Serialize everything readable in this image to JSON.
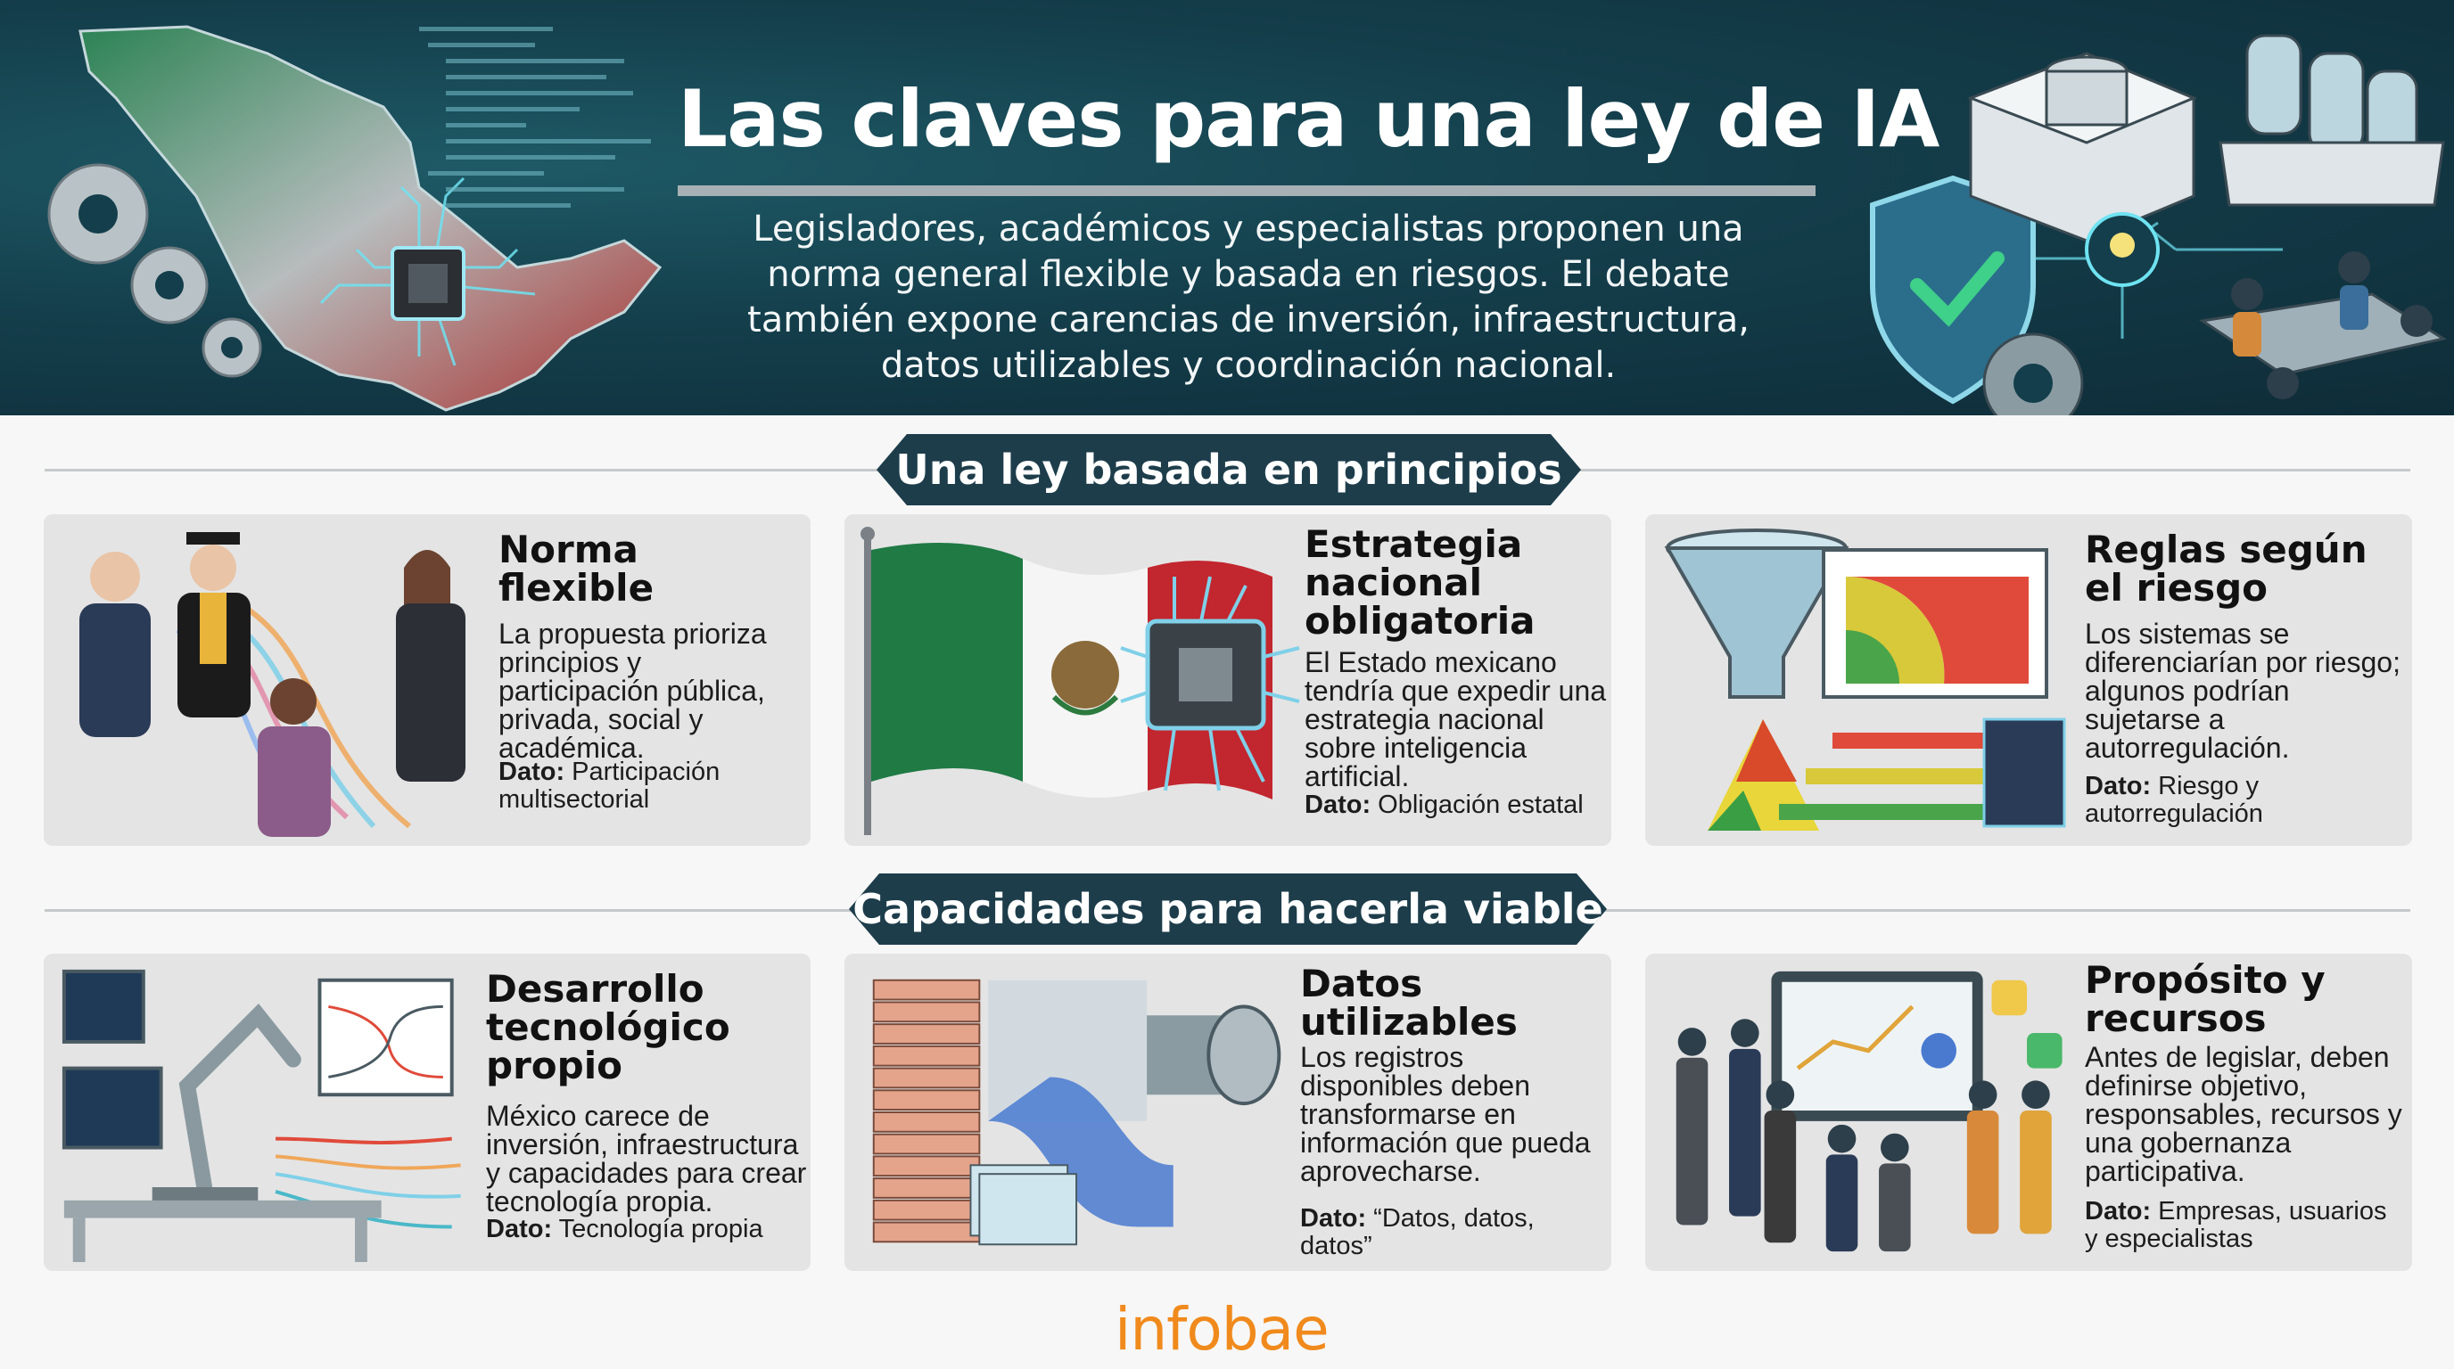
{
  "header": {
    "title": "Las claves para una ley de IA",
    "subtitle": "Legisladores, académicos y especialistas proponen una norma general flexible y basada en riesgos. El debate también expone carencias de inversión, infraestructura, datos utilizables y coordinación nacional."
  },
  "sections": [
    {
      "title": "Una ley basada en principios"
    },
    {
      "title": "Capacidades para hacerla viable"
    }
  ],
  "cards": [
    {
      "title": "Norma flexible",
      "body": "La propuesta prioriza principios y participación pública, privada, social y académica.",
      "data_label": "Dato:",
      "data_value": "Participación multisectorial"
    },
    {
      "title": "Estrategia nacional obligatoria",
      "body": "El Estado mexicano tendría que expedir una estrategia nacional sobre inteligencia artificial.",
      "data_label": "Dato:",
      "data_value": "Obligación estatal"
    },
    {
      "title": "Reglas según el riesgo",
      "body": "Los sistemas se diferenciarían por riesgo; algunos podrían sujetarse a autorregulación.",
      "data_label": "Dato:",
      "data_value": "Riesgo y autorregulación"
    },
    {
      "title": "Desarrollo tecnológico propio",
      "body": "México carece de inversión, infraestructura y capacidades para crear tecnología propia.",
      "data_label": "Dato:",
      "data_value": "Tecnología propia"
    },
    {
      "title": "Datos utilizables",
      "body": "Los registros disponibles deben transformarse en información que pueda aprovecharse.",
      "data_label": "Dato:",
      "data_value": "“Datos, datos, datos”"
    },
    {
      "title": "Propósito y recursos",
      "body": "Antes de legislar, deben definirse objetivo, responsables, recursos y una gobernanza participativa.",
      "data_label": "Dato:",
      "data_value": "Empresas, usuarios y especialistas"
    }
  ],
  "footer": {
    "logo": "infobae"
  },
  "illustrations": {
    "header_left": "mexico-map-circuit-illustration",
    "header_right": "ai-infrastructure-illustration",
    "card_icons": [
      "people-discussion-icon",
      "mexico-flag-chip-icon",
      "risk-funnel-gauge-icon",
      "robot-arm-lab-icon",
      "data-pipe-icon",
      "team-dashboard-icon"
    ]
  },
  "colors": {
    "header_bg": "#143e4b",
    "banner_bg": "#1d3d4b",
    "card_bg": "#e4e4e4",
    "logo": "#f08a1c",
    "flag_green": "#1f7a44",
    "flag_red": "#c2262e"
  }
}
